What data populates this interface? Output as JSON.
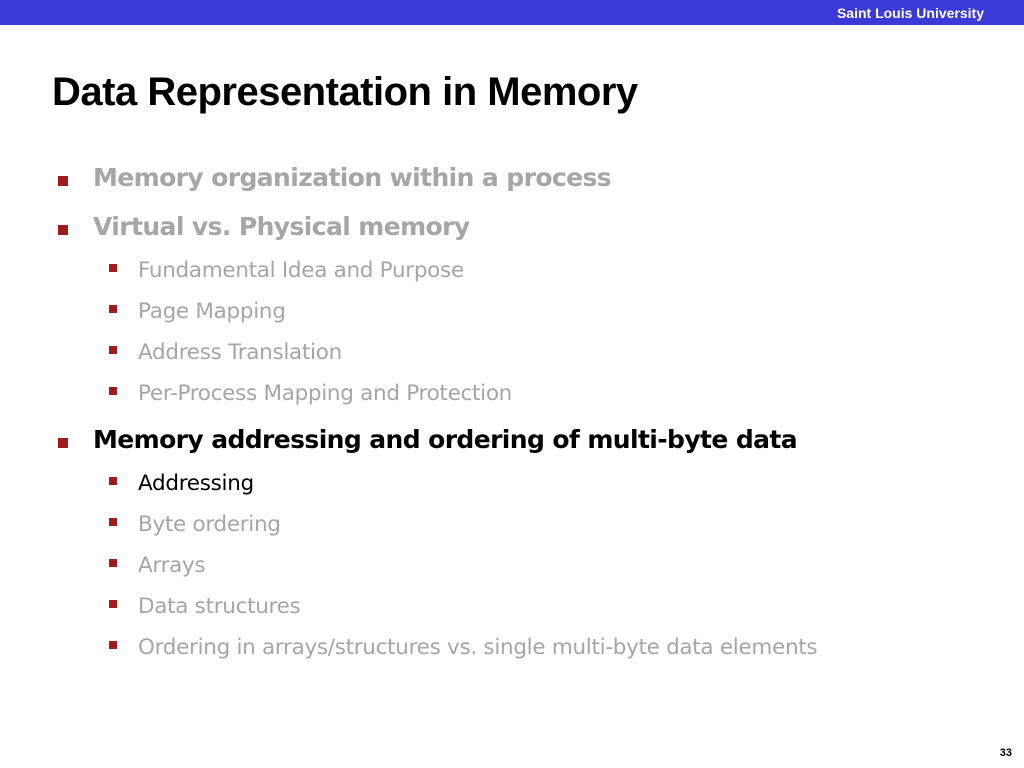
{
  "header": {
    "university": "Saint Louis University"
  },
  "slide": {
    "title": "Data Representation in Memory",
    "page_number": "33",
    "items": [
      {
        "level": 1,
        "text": "Memory organization within a process",
        "active": false
      },
      {
        "level": 1,
        "text": "Virtual vs. Physical memory",
        "active": false
      },
      {
        "level": 2,
        "text": "Fundamental Idea and Purpose",
        "active": false
      },
      {
        "level": 2,
        "text": "Page Mapping",
        "active": false
      },
      {
        "level": 2,
        "text": "Address Translation",
        "active": false
      },
      {
        "level": 2,
        "text": "Per-Process Mapping and Protection",
        "active": false
      },
      {
        "level": 1,
        "text": "Memory addressing and ordering of multi-byte data",
        "active": true
      },
      {
        "level": 2,
        "text": "Addressing",
        "active": true
      },
      {
        "level": 2,
        "text": "Byte ordering",
        "active": false
      },
      {
        "level": 2,
        "text": "Arrays",
        "active": false
      },
      {
        "level": 2,
        "text": "Data structures",
        "active": false
      },
      {
        "level": 2,
        "text": "Ordering in arrays/structures vs. single multi-byte data elements",
        "active": false
      }
    ]
  },
  "colors": {
    "header_bar": "#3a3ad6",
    "bullet_marker": "#a01c1c",
    "inactive_text": "#a6a6a6",
    "active_text": "#000000"
  }
}
